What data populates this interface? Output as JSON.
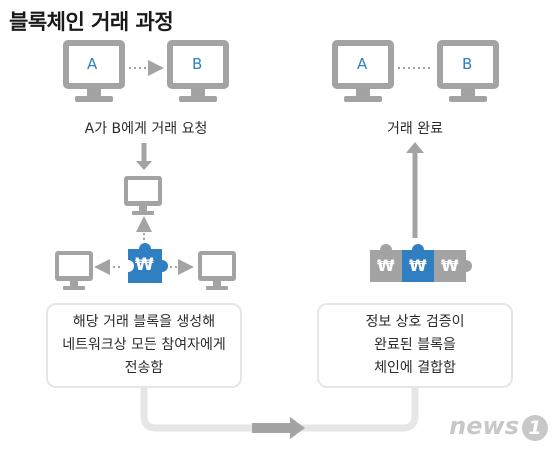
{
  "title": "블록체인 거래 과정",
  "left": {
    "computer_a": "A",
    "computer_b": "B",
    "caption": "A가 B에게 거래 요청",
    "box_lines": [
      "해당 거래 블록을 생성해",
      "네트워크상 모든 참여자에게",
      "전송함"
    ],
    "puzzle_symbol": "₩"
  },
  "right": {
    "computer_a": "A",
    "computer_b": "B",
    "caption": "거래 완료",
    "box_lines": [
      "정보 상호 검증이",
      "완료된 블록을",
      "체인에 결합함"
    ],
    "puzzle_symbols": [
      "₩",
      "₩",
      "₩"
    ]
  },
  "logo": {
    "text": "news",
    "mark": "1"
  },
  "colors": {
    "accent": "#2f7fc2",
    "gray": "#a3a3a3",
    "light": "#e6e6e6"
  }
}
